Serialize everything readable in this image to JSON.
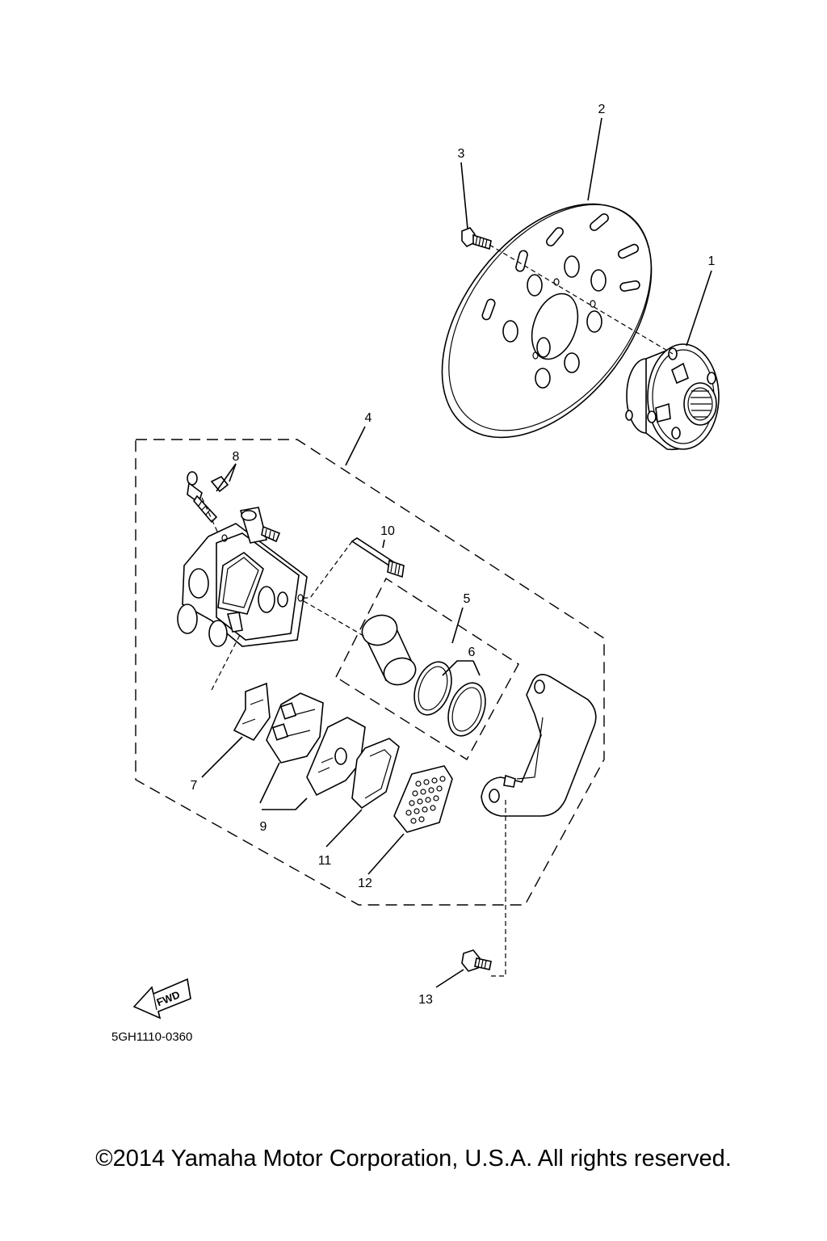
{
  "diagram": {
    "callouts": [
      "1",
      "2",
      "3",
      "4",
      "5",
      "6",
      "7",
      "8",
      "9",
      "10",
      "11",
      "12",
      "13"
    ],
    "fwd_label": "FWD",
    "reference_code": "5GH1110-0360"
  },
  "footer": {
    "copyright": "©2014 Yamaha Motor Corporation, U.S.A. All rights reserved."
  }
}
